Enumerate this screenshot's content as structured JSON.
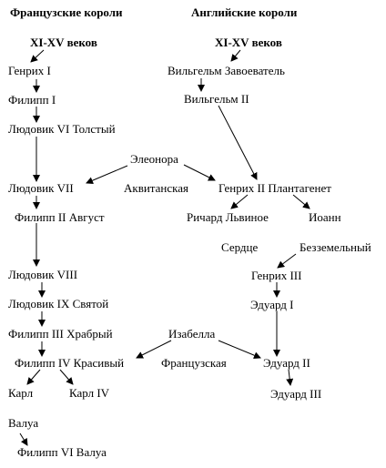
{
  "headers": {
    "french": "Французские короли",
    "english": "Английские короли"
  },
  "nodes": {
    "fr_century": "XI-XV веков",
    "en_century": "XI-XV веков",
    "henri_i": "Генрих I",
    "philippe_i": "Филипп I",
    "louis_vi": "Людовик VI Толстый",
    "louis_vii": "Людовик VII",
    "philippe_ii": "Филипп II Август",
    "louis_viii": "Людовик VIII",
    "louis_ix": "Людовик IX Святой",
    "philippe_iii": "Филипп III Храбрый",
    "philippe_iv": "Филипп IV Красивый",
    "charles": "Карл",
    "charles_iv": "Карл IV",
    "valois": "Валуа",
    "philippe_vi": "Филипп VI Валуа",
    "william_conqueror": "Вильгельм Завоеватель",
    "william_ii": "Вильгельм II",
    "eleanor": "Элеонора",
    "aquitaine": "Аквитанская",
    "henry_ii": "Генрих II Плантагенет",
    "richard": "Ричард Львиное",
    "heart": "Сердце",
    "john": "Иоанн",
    "lackland": "Безземельный",
    "henry_iii": "Генрих III",
    "edward_i": "Эдуард I",
    "isabella": "Изабелла",
    "french_she": "Французская",
    "edward_ii": "Эдуард II",
    "edward_iii": "Эдуард III"
  }
}
